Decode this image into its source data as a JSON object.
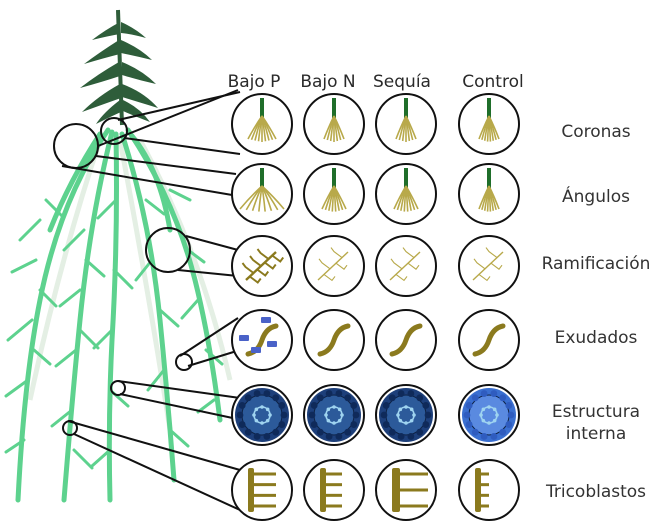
{
  "diagram": {
    "columns": [
      "Bajo P",
      "Bajo N",
      "Sequía",
      "Control"
    ],
    "rows": [
      {
        "label": "Coronas"
      },
      {
        "label": "Ángulos"
      },
      {
        "label": "Ramificación"
      },
      {
        "label": "Exudados"
      },
      {
        "label_line1": "Estructura",
        "label_line2": "interna"
      },
      {
        "label": "Tricoblastos"
      }
    ]
  },
  "colors": {
    "root_green": "#5dd28e",
    "shoot_green": "#2e5d3a",
    "root_tan": "#b8a94a",
    "root_olive": "#8b7a1e",
    "stem_green": "#1f6e2a",
    "exudate_blue": "#4a62c8",
    "cross_section_blue": "#1f4a8a",
    "outline": "#111111"
  }
}
